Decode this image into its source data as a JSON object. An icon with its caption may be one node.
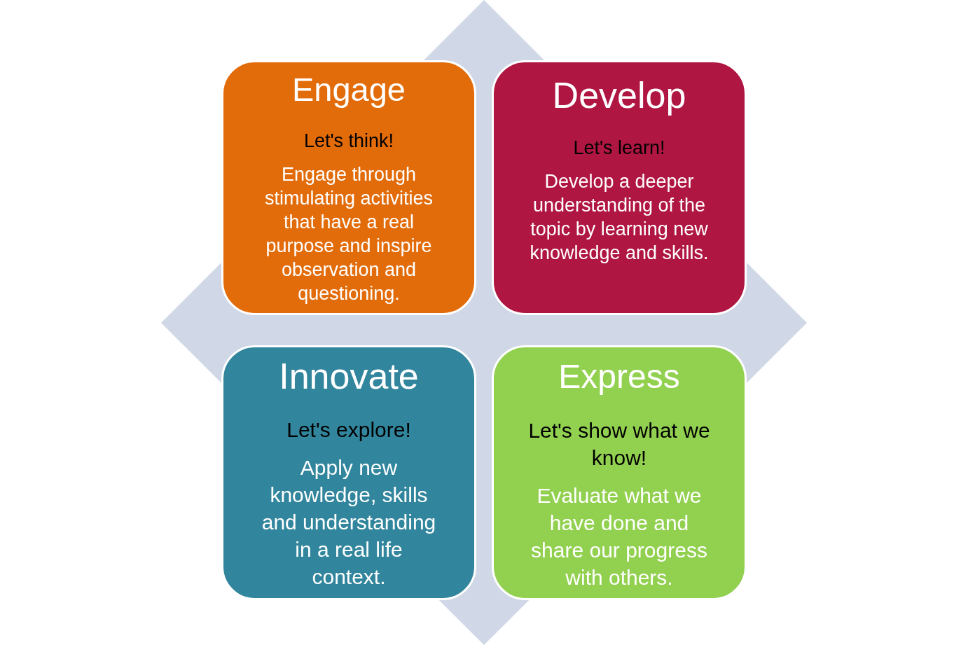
{
  "diagram": {
    "nodes": [
      {
        "text": [
          "Engage",
          "Let's think!",
          "Engage through stimulating activities that have a real purpose and inspire observation and questioning."
        ]
      },
      {
        "text": [
          "Develop",
          "Let's learn!",
          "Develop a deeper understanding of the topic by learning new knowledge and skills."
        ]
      },
      {
        "text": [
          "Innovate",
          "Let's explore!",
          "Apply new knowledge, skills and understanding in a real life context."
        ]
      },
      {
        "text": [
          "Express",
          "Let's show what we know!",
          "Evaluate what we have done and share our progress with others."
        ]
      }
    ]
  }
}
